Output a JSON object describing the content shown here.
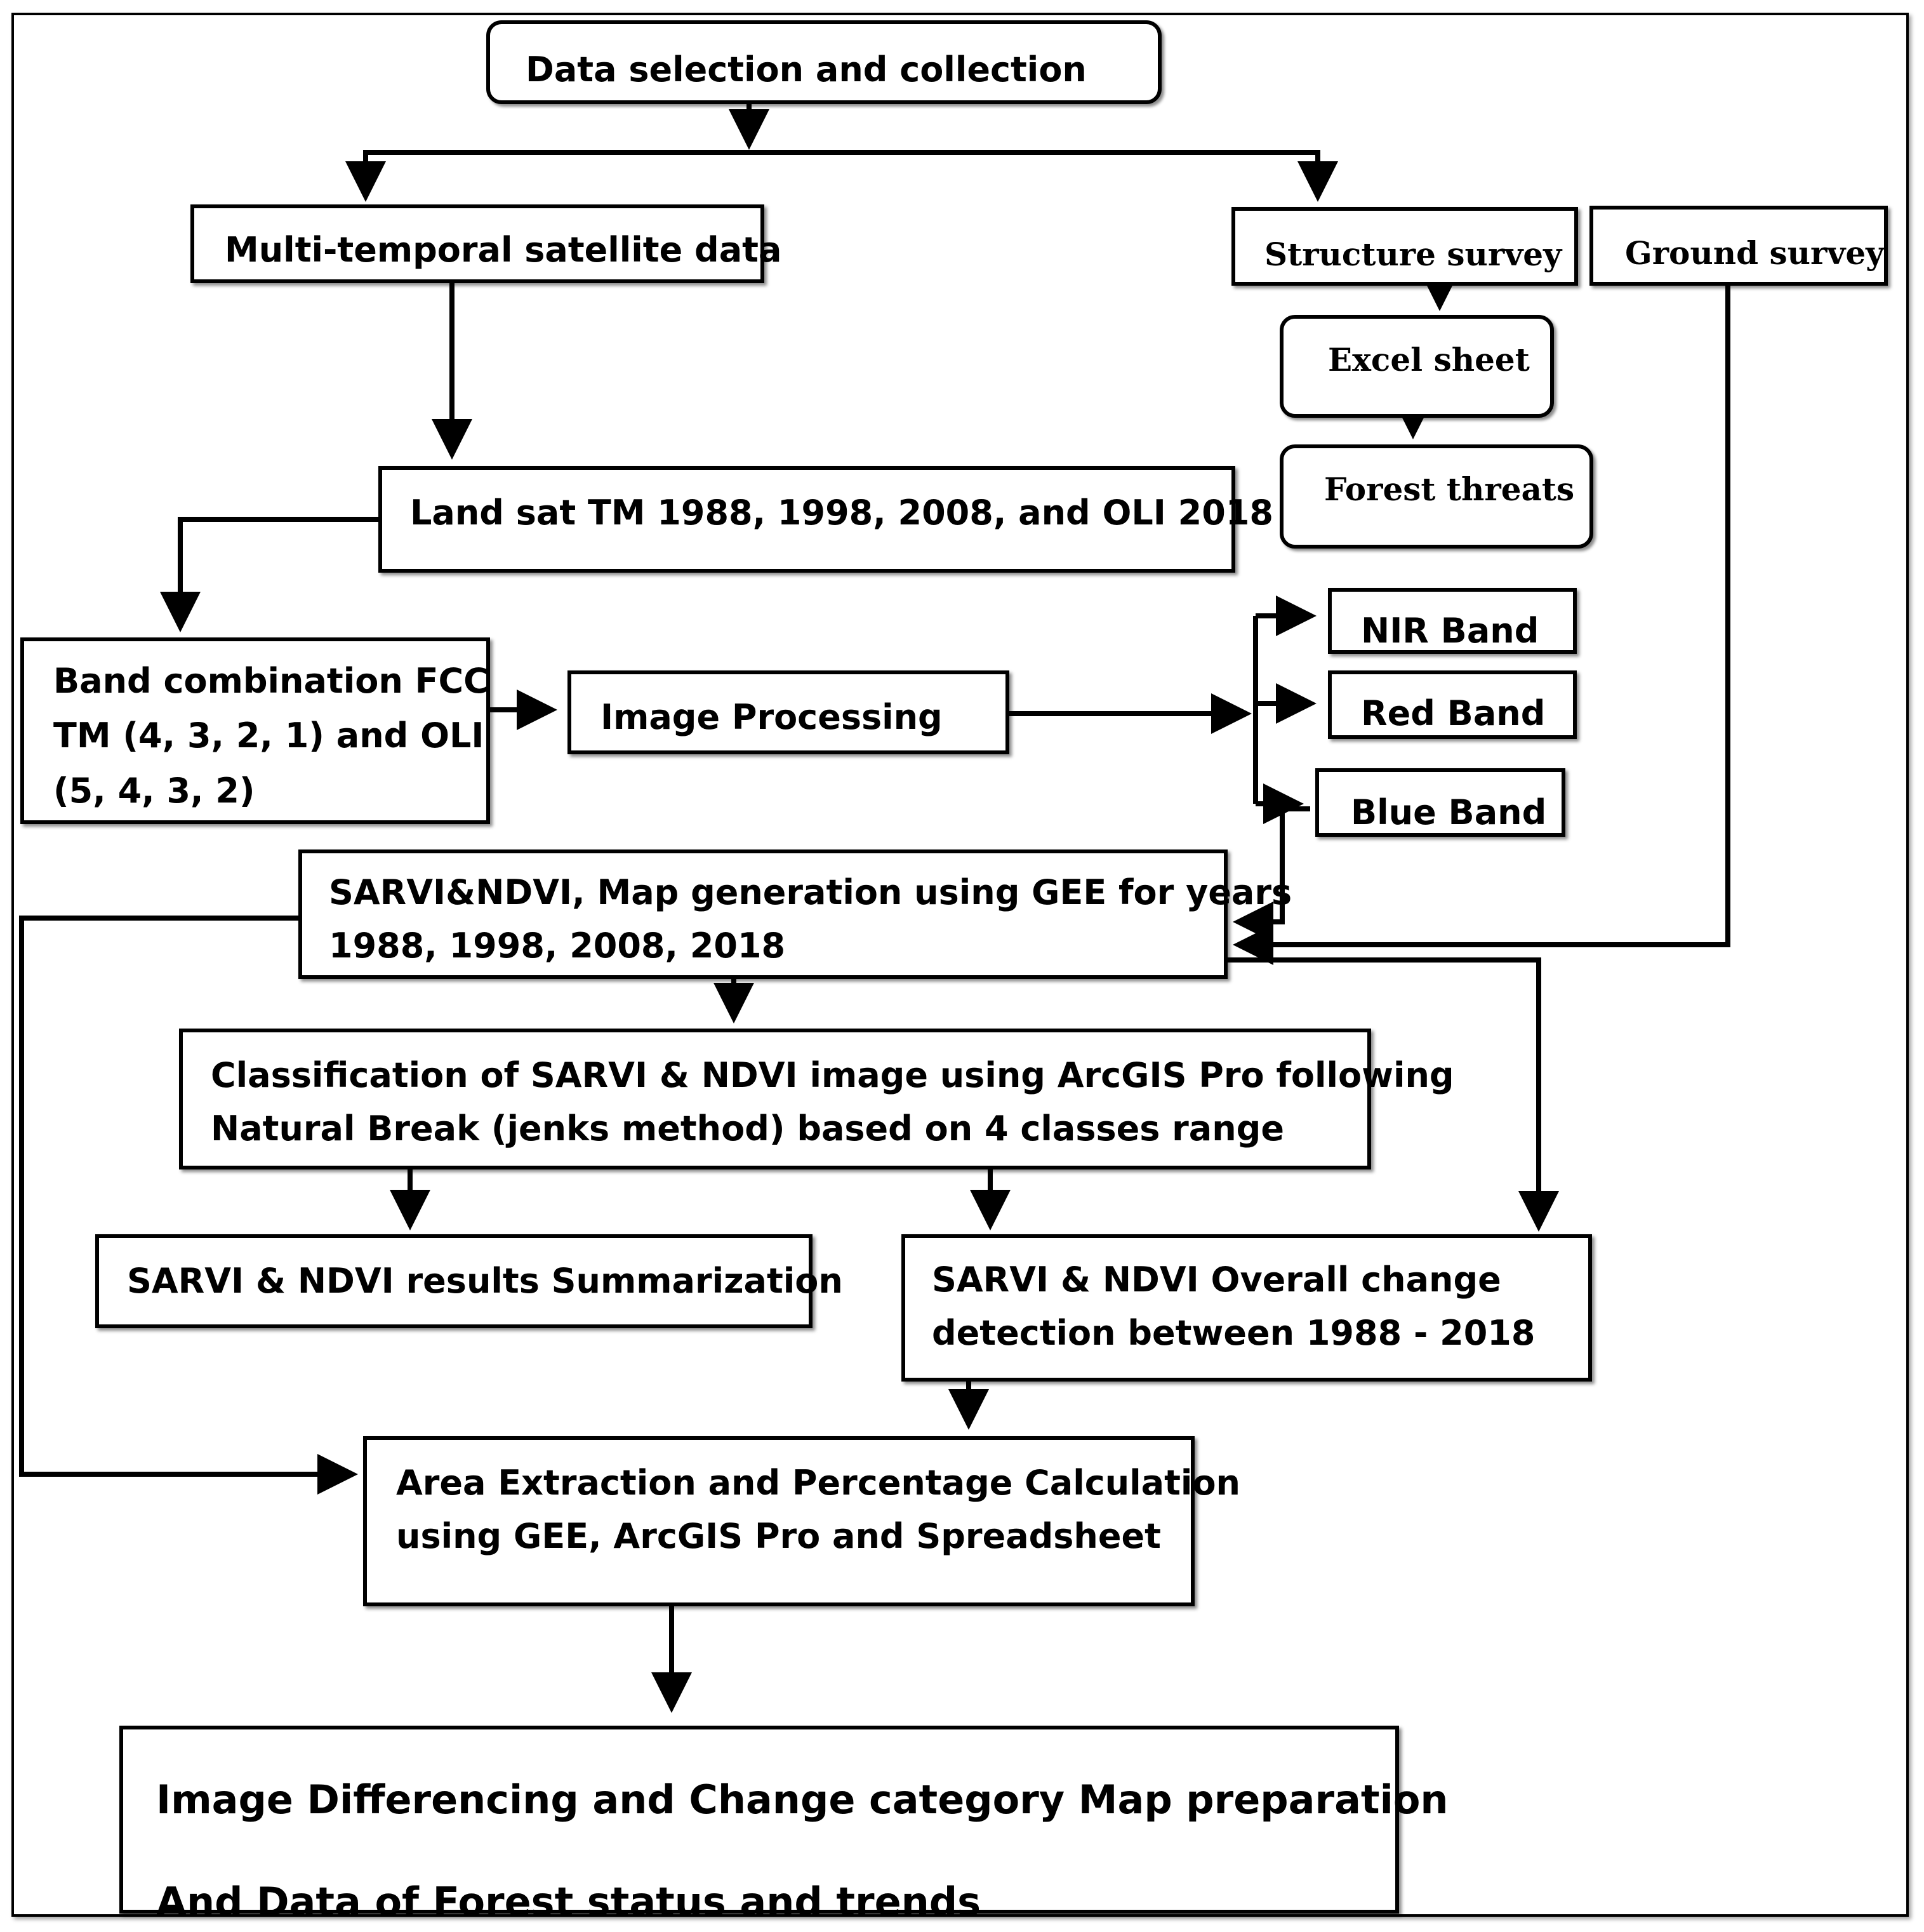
{
  "nodes": {
    "data_selection": "Data selection and collection",
    "multi_temporal": "Multi-temporal satellite data",
    "structure_survey": "Structure survey",
    "ground_survey": "Ground survey",
    "excel_sheet": "Excel sheet",
    "forest_threats": "Forest threats",
    "landsat": "Land sat TM 1988, 1998, 2008, and OLI 2018",
    "band_combination": {
      "line1": "Band combination FCC",
      "line2": "TM (4, 3, 2, 1) and OLI",
      "line3": "(5, 4, 3, 2)"
    },
    "image_processing": "Image Processing",
    "nir_band": "NIR Band",
    "red_band": "Red Band",
    "blue_band": "Blue Band",
    "sarvi_map": {
      "line1": "SARVI&NDVI, Map generation using GEE for years",
      "line2": "1988, 1998, 2008, 2018"
    },
    "classification": {
      "line1": "Classification of SARVI & NDVI image using ArcGIS Pro following",
      "line2": "Natural Break (jenks method) based on 4 classes range"
    },
    "summarization": "SARVI & NDVI results Summarization",
    "change_detection": {
      "line1": "SARVI & NDVI Overall change",
      "line2": "detection between 1988 - 2018"
    },
    "area_extraction": {
      "line1": "Area Extraction and Percentage Calculation",
      "line2": "using GEE, ArcGIS Pro and Spreadsheet"
    },
    "final_output": {
      "line1": "Image Differencing and Change category Map preparation",
      "line2": "And Data of Forest status and trends"
    }
  }
}
